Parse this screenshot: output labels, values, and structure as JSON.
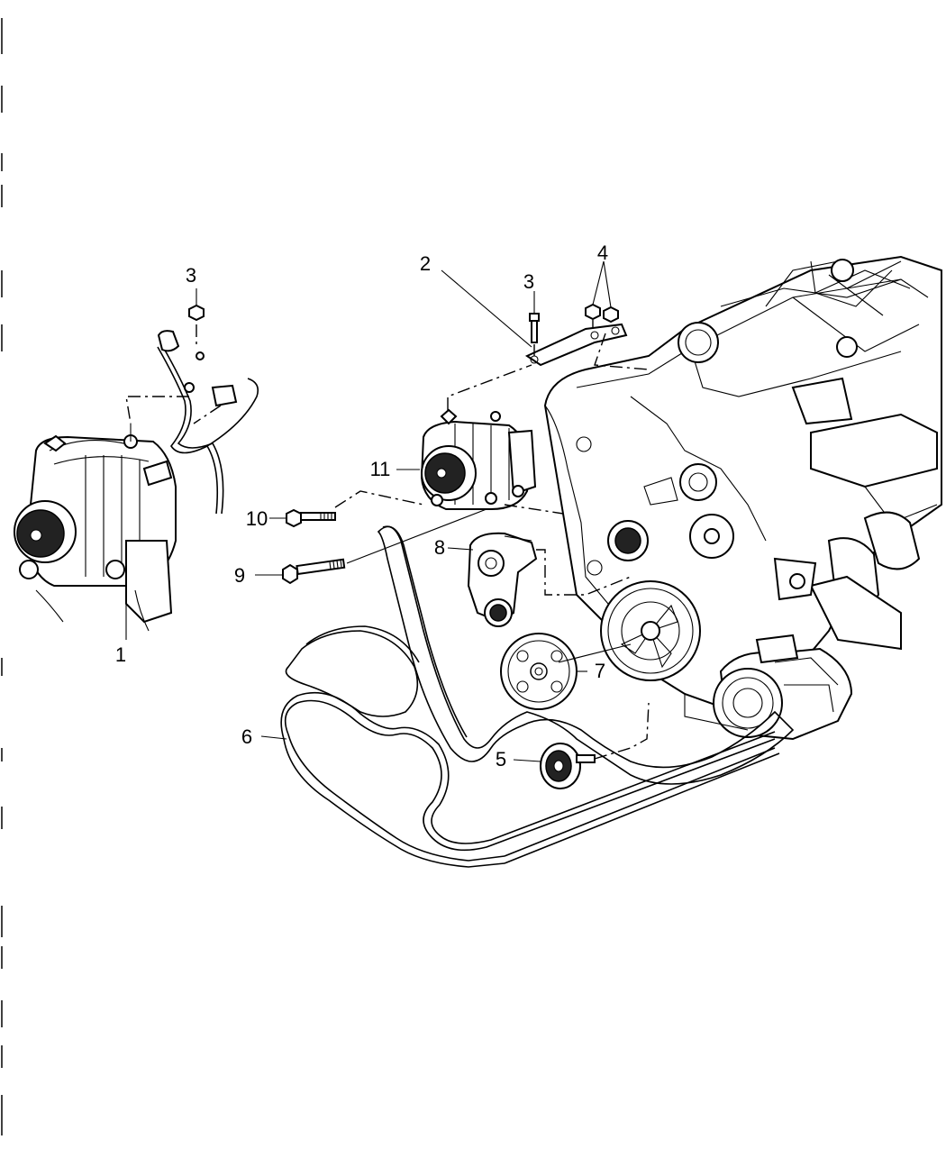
{
  "diagram": {
    "title": "Alternator and accessory drive belt exploded view",
    "callouts": [
      {
        "id": "c1",
        "text": "1"
      },
      {
        "id": "c2",
        "text": "2"
      },
      {
        "id": "c3a",
        "text": "3"
      },
      {
        "id": "c3b",
        "text": "3"
      },
      {
        "id": "c4",
        "text": "4"
      },
      {
        "id": "c5",
        "text": "5"
      },
      {
        "id": "c6",
        "text": "6"
      },
      {
        "id": "c7",
        "text": "7"
      },
      {
        "id": "c8",
        "text": "8"
      },
      {
        "id": "c9",
        "text": "9"
      },
      {
        "id": "c10",
        "text": "10"
      },
      {
        "id": "c11",
        "text": "11"
      }
    ]
  }
}
